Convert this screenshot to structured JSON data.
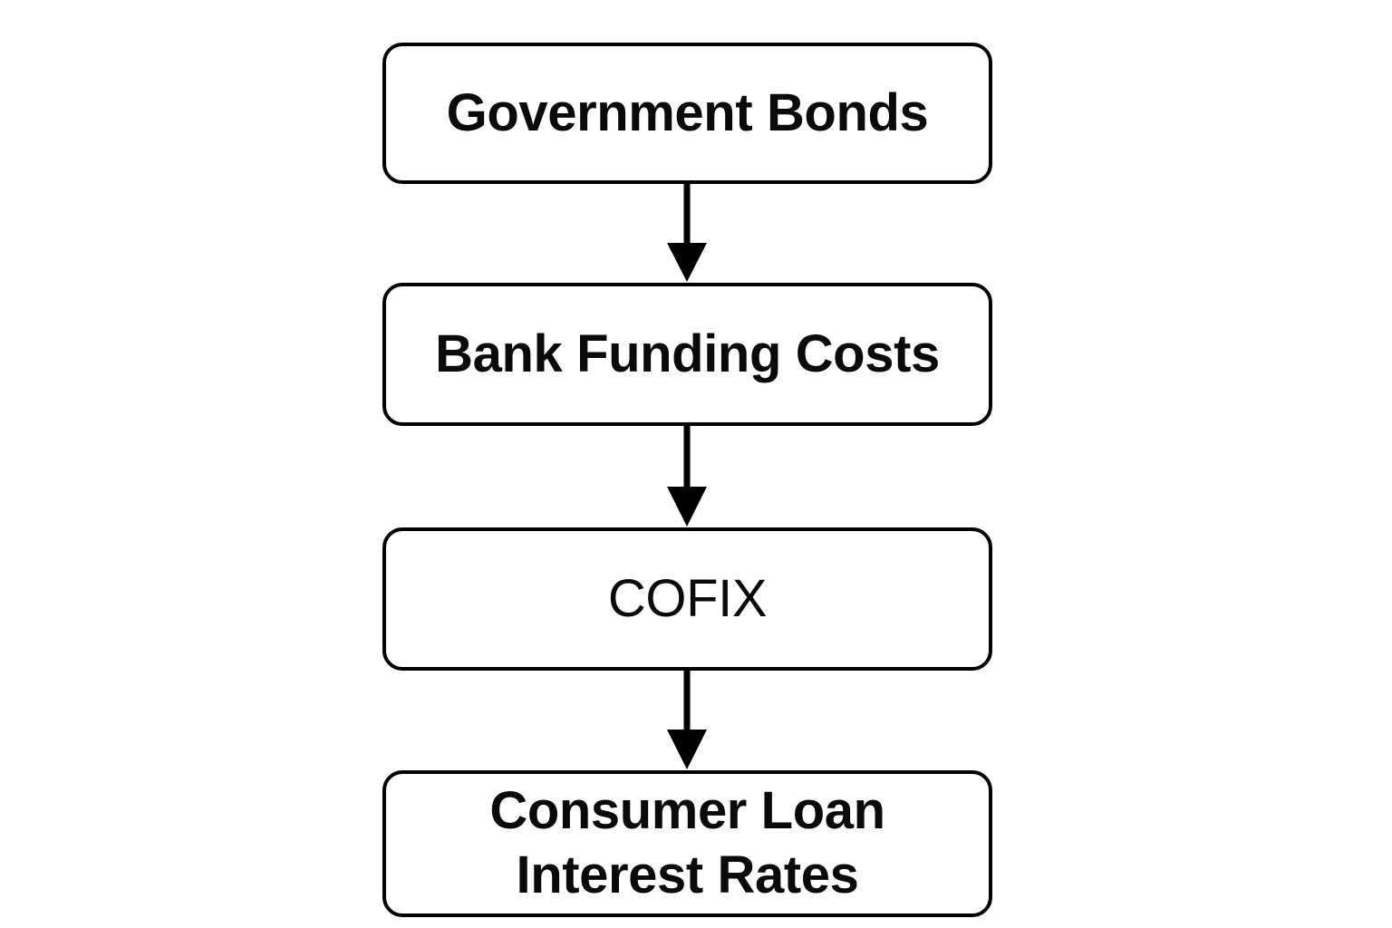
{
  "diagram": {
    "type": "flowchart",
    "orientation": "top-to-bottom",
    "background_color": "#ffffff",
    "stroke_color": "#000000",
    "text_color": "#0a0a0a",
    "nodes": [
      {
        "id": "government-bonds",
        "label": "Government Bonds",
        "shape": "rounded-rectangle",
        "weight": "bold"
      },
      {
        "id": "bank-funding-costs",
        "label": "Bank Funding Costs",
        "shape": "rounded-rectangle",
        "weight": "bold"
      },
      {
        "id": "cofix",
        "label": "COFIX",
        "shape": "rounded-rectangle",
        "weight": "normal"
      },
      {
        "id": "consumer-loan-rates",
        "label": "Consumer Loan\nInterest Rates",
        "shape": "rounded-rectangle",
        "weight": "bold"
      }
    ],
    "edges": [
      {
        "id": "edge-1",
        "from": "government-bonds",
        "to": "bank-funding-costs",
        "style": "solid-arrow-down",
        "label": ""
      },
      {
        "id": "edge-2",
        "from": "bank-funding-costs",
        "to": "cofix",
        "style": "solid-arrow-down",
        "label": ""
      },
      {
        "id": "edge-3",
        "from": "cofix",
        "to": "consumer-loan-rates",
        "style": "solid-arrow-down",
        "label": ""
      }
    ]
  }
}
